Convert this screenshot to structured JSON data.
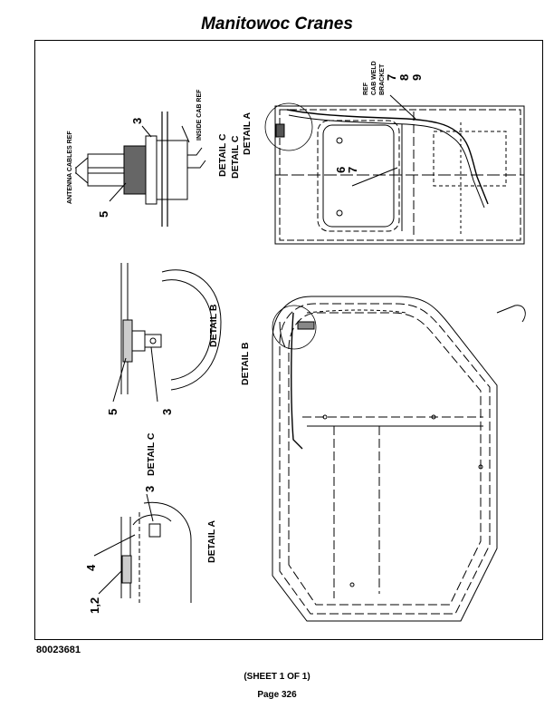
{
  "header": {
    "title": "Manitowoc Cranes"
  },
  "footer": {
    "doc_number": "80023681",
    "sheet": "(SHEET 1 OF 1)",
    "page": "Page 326"
  },
  "drawing": {
    "detail_c_view": {
      "antenna_ref": "ANTENNA CABLES REF",
      "inside_cab_ref": "INSIDE CAB REF",
      "callout_3": "3",
      "callout_5": "5",
      "title": "DETAIL C"
    },
    "detail_b_view": {
      "callout_5": "5",
      "callout_3": "3",
      "title": "DETAIL B"
    },
    "detail_a_view": {
      "callout_12": "1,2",
      "callout_4": "4",
      "callout_3": "3",
      "ref_detail_c": "DETAIL C",
      "title": "DETAIL A"
    },
    "front_view": {
      "detail_a_ref": "DETAIL A",
      "detail_c_ref": "DETAIL C",
      "callout_6": "6",
      "callout_7a": "7",
      "callout_7b": "7",
      "callout_8": "8",
      "callout_9": "9",
      "ref_line1": "REF",
      "ref_line2": "CAB WELD",
      "ref_line3": "BRACKET"
    },
    "side_view": {
      "detail_b_ref": "DETAIL B"
    }
  }
}
